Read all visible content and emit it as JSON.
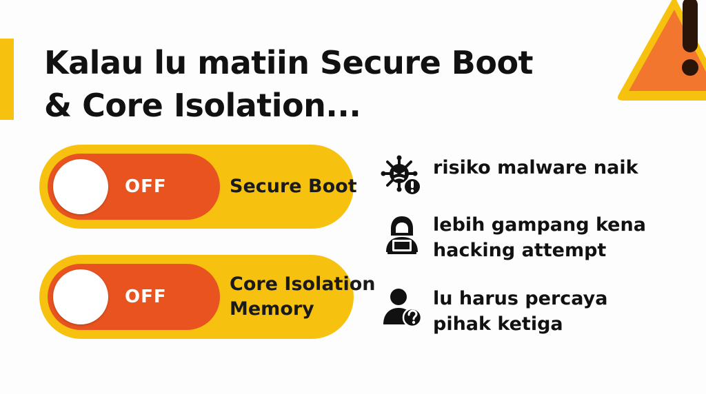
{
  "title": {
    "line1": "Kalau lu matiin Secure Boot",
    "line2": "& Core Isolation..."
  },
  "toggles": [
    {
      "state": "OFF",
      "label_lines": [
        "Secure Boot"
      ]
    },
    {
      "state": "OFF",
      "label_lines": [
        "Core Isolation",
        "Memory"
      ]
    }
  ],
  "risks": [
    {
      "icon": "virus-warning-icon",
      "lines": [
        "risiko malware naik"
      ]
    },
    {
      "icon": "hacker-icon",
      "lines": [
        "lebih gampang kena",
        "hacking attempt"
      ]
    },
    {
      "icon": "user-question-icon",
      "lines": [
        "lu harus percaya",
        "pihak ketiga"
      ]
    }
  ],
  "colors": {
    "accent_yellow": "#f6c20f",
    "switch_orange": "#e9531f",
    "warning_orange": "#f2762e"
  }
}
